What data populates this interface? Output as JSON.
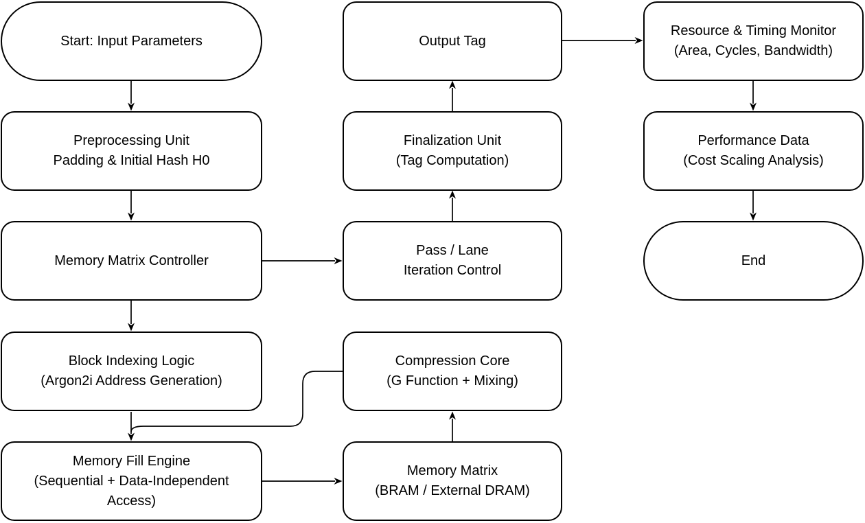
{
  "diagram": {
    "colors": {
      "stroke": "#000000",
      "fill": "#ffffff",
      "text": "#000000"
    },
    "nodes": {
      "start": {
        "label": "Start: Input Parameters",
        "shape": "terminator"
      },
      "preprocessing": {
        "label": "Preprocessing Unit\nPadding & Initial Hash H0",
        "shape": "process"
      },
      "memory_matrix_controller": {
        "label": "Memory Matrix Controller",
        "shape": "process"
      },
      "block_indexing": {
        "label": "Block Indexing Logic\n(Argon2i Address Generation)",
        "shape": "process"
      },
      "memory_fill_engine": {
        "label": "Memory Fill Engine\n(Sequential + Data-Independent\nAccess)",
        "shape": "process"
      },
      "output_tag": {
        "label": "Output Tag",
        "shape": "process"
      },
      "finalization": {
        "label": "Finalization Unit\n(Tag Computation)",
        "shape": "process"
      },
      "pass_lane_control": {
        "label": "Pass / Lane\nIteration Control",
        "shape": "process"
      },
      "compression_core": {
        "label": "Compression Core\n(G Function + Mixing)",
        "shape": "process"
      },
      "memory_matrix": {
        "label": "Memory Matrix\n(BRAM / External DRAM)",
        "shape": "process"
      },
      "resource_monitor": {
        "label": "Resource & Timing Monitor\n(Area, Cycles, Bandwidth)",
        "shape": "process"
      },
      "performance_data": {
        "label": "Performance Data\n(Cost Scaling Analysis)",
        "shape": "process"
      },
      "end": {
        "label": "End",
        "shape": "terminator"
      }
    },
    "edges": [
      {
        "from": "start",
        "to": "preprocessing"
      },
      {
        "from": "preprocessing",
        "to": "memory_matrix_controller"
      },
      {
        "from": "memory_matrix_controller",
        "to": "pass_lane_control"
      },
      {
        "from": "memory_matrix_controller",
        "to": "block_indexing"
      },
      {
        "from": "block_indexing",
        "to": "memory_fill_engine"
      },
      {
        "from": "compression_core",
        "to": "memory_fill_engine"
      },
      {
        "from": "memory_fill_engine",
        "to": "memory_matrix"
      },
      {
        "from": "memory_matrix",
        "to": "compression_core"
      },
      {
        "from": "pass_lane_control",
        "to": "finalization"
      },
      {
        "from": "finalization",
        "to": "output_tag"
      },
      {
        "from": "output_tag",
        "to": "resource_monitor"
      },
      {
        "from": "resource_monitor",
        "to": "performance_data"
      },
      {
        "from": "performance_data",
        "to": "end"
      }
    ]
  }
}
